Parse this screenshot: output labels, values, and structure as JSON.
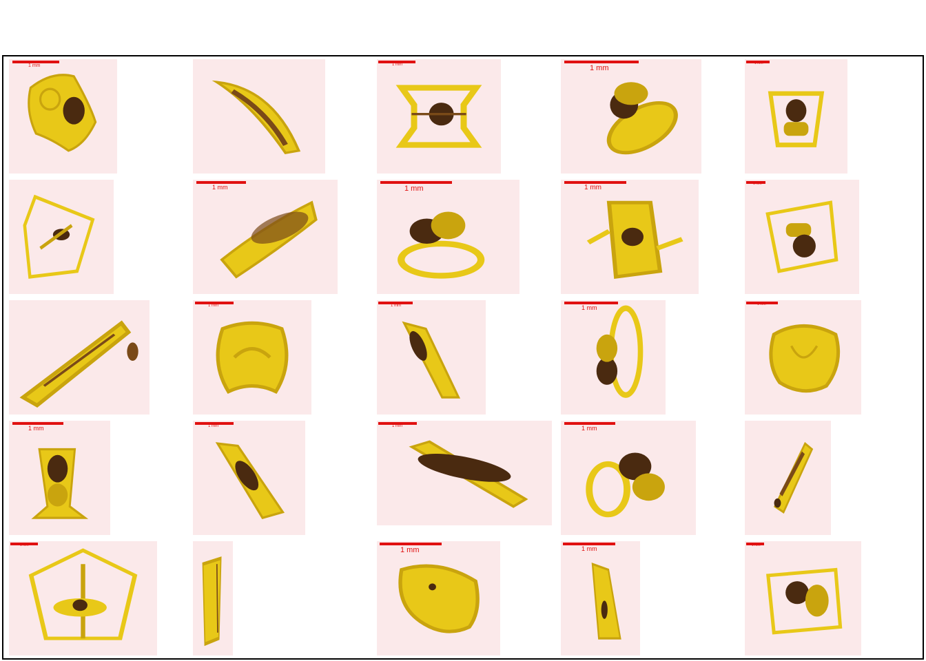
{
  "image": {
    "description_subject": "grid of plankton specimens",
    "background": "#ffffff",
    "tile_background": "#fbe9ea",
    "specimen_color": "#e8c818",
    "organ_color": "#4a2a10",
    "scalebar_color": "#e01010"
  },
  "scale_label": "1 mm",
  "tiles": [
    {
      "label": "1 mm"
    },
    {
      "label": ""
    },
    {
      "label": "1 mm"
    },
    {
      "label": "1 mm"
    },
    {
      "label": "1 mm"
    },
    {
      "label": ""
    },
    {
      "label": "1 mm"
    },
    {
      "label": "1 mm"
    },
    {
      "label": "1 mm"
    },
    {
      "label": "1 mm"
    },
    {
      "label": ""
    },
    {
      "label": "1 mm"
    },
    {
      "label": "1 mm"
    },
    {
      "label": "1 mm"
    },
    {
      "label": "1 mm"
    },
    {
      "label": "1 mm"
    },
    {
      "label": "1 mm"
    },
    {
      "label": "1 mm"
    },
    {
      "label": "1 mm"
    },
    {
      "label": ""
    },
    {
      "label": "1 mm"
    },
    {
      "label": ""
    },
    {
      "label": "1 mm"
    },
    {
      "label": "1 mm"
    },
    {
      "label": "1 mm"
    }
  ]
}
